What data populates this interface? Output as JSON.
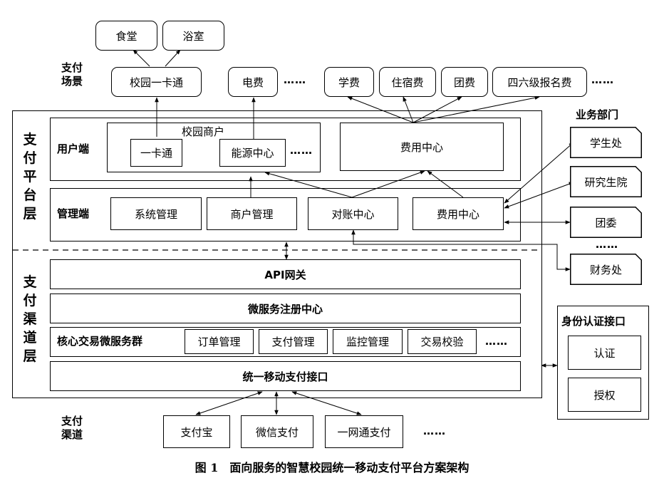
{
  "scenario": {
    "label_line1": "支付",
    "label_line2": "场景",
    "canteen": "食堂",
    "bathroom": "浴室",
    "campus_card": "校园一卡通",
    "electricity": "电费",
    "ellipsis": "……",
    "tuition": "学费",
    "dorm_fee": "住宿费",
    "league_fee": "团费",
    "cet_fee": "四六级报名费"
  },
  "platform_layer": {
    "label": [
      "支",
      "付",
      "平",
      "台",
      "层"
    ],
    "user_side": {
      "label": "用户端",
      "merchant_group": "校园商户",
      "card": "一卡通",
      "energy": "能源中心",
      "ellipsis": "……",
      "fee_center": "费用中心"
    },
    "admin_side": {
      "label": "管理端",
      "system_mgmt": "系统管理",
      "merchant_mgmt": "商户管理",
      "reconcile": "对账中心",
      "fee_center": "费用中心"
    }
  },
  "departments": {
    "title": "业务部门",
    "student_office": "学生处",
    "grad_school": "研究生院",
    "youth_league": "团委",
    "ellipsis": "……",
    "finance": "财务处"
  },
  "channel_layer": {
    "label": [
      "支",
      "付",
      "渠",
      "道",
      "层"
    ],
    "api_gateway": "API网关",
    "registry": "微服务注册中心",
    "core_group": "核心交易微服务群",
    "order_mgmt": "订单管理",
    "pay_mgmt": "支付管理",
    "monitor_mgmt": "监控管理",
    "tx_verify": "交易校验",
    "ellipsis": "……",
    "unified_api": "统一移动支付接口"
  },
  "identity": {
    "title": "身份认证接口",
    "authn": "认证",
    "authz": "授权"
  },
  "channels": {
    "label_line1": "支付",
    "label_line2": "渠道",
    "alipay": "支付宝",
    "wechat": "微信支付",
    "netpay": "一网通支付",
    "ellipsis": "……"
  },
  "caption": "图 1　面向服务的智慧校园统一移动支付平台方案架构"
}
